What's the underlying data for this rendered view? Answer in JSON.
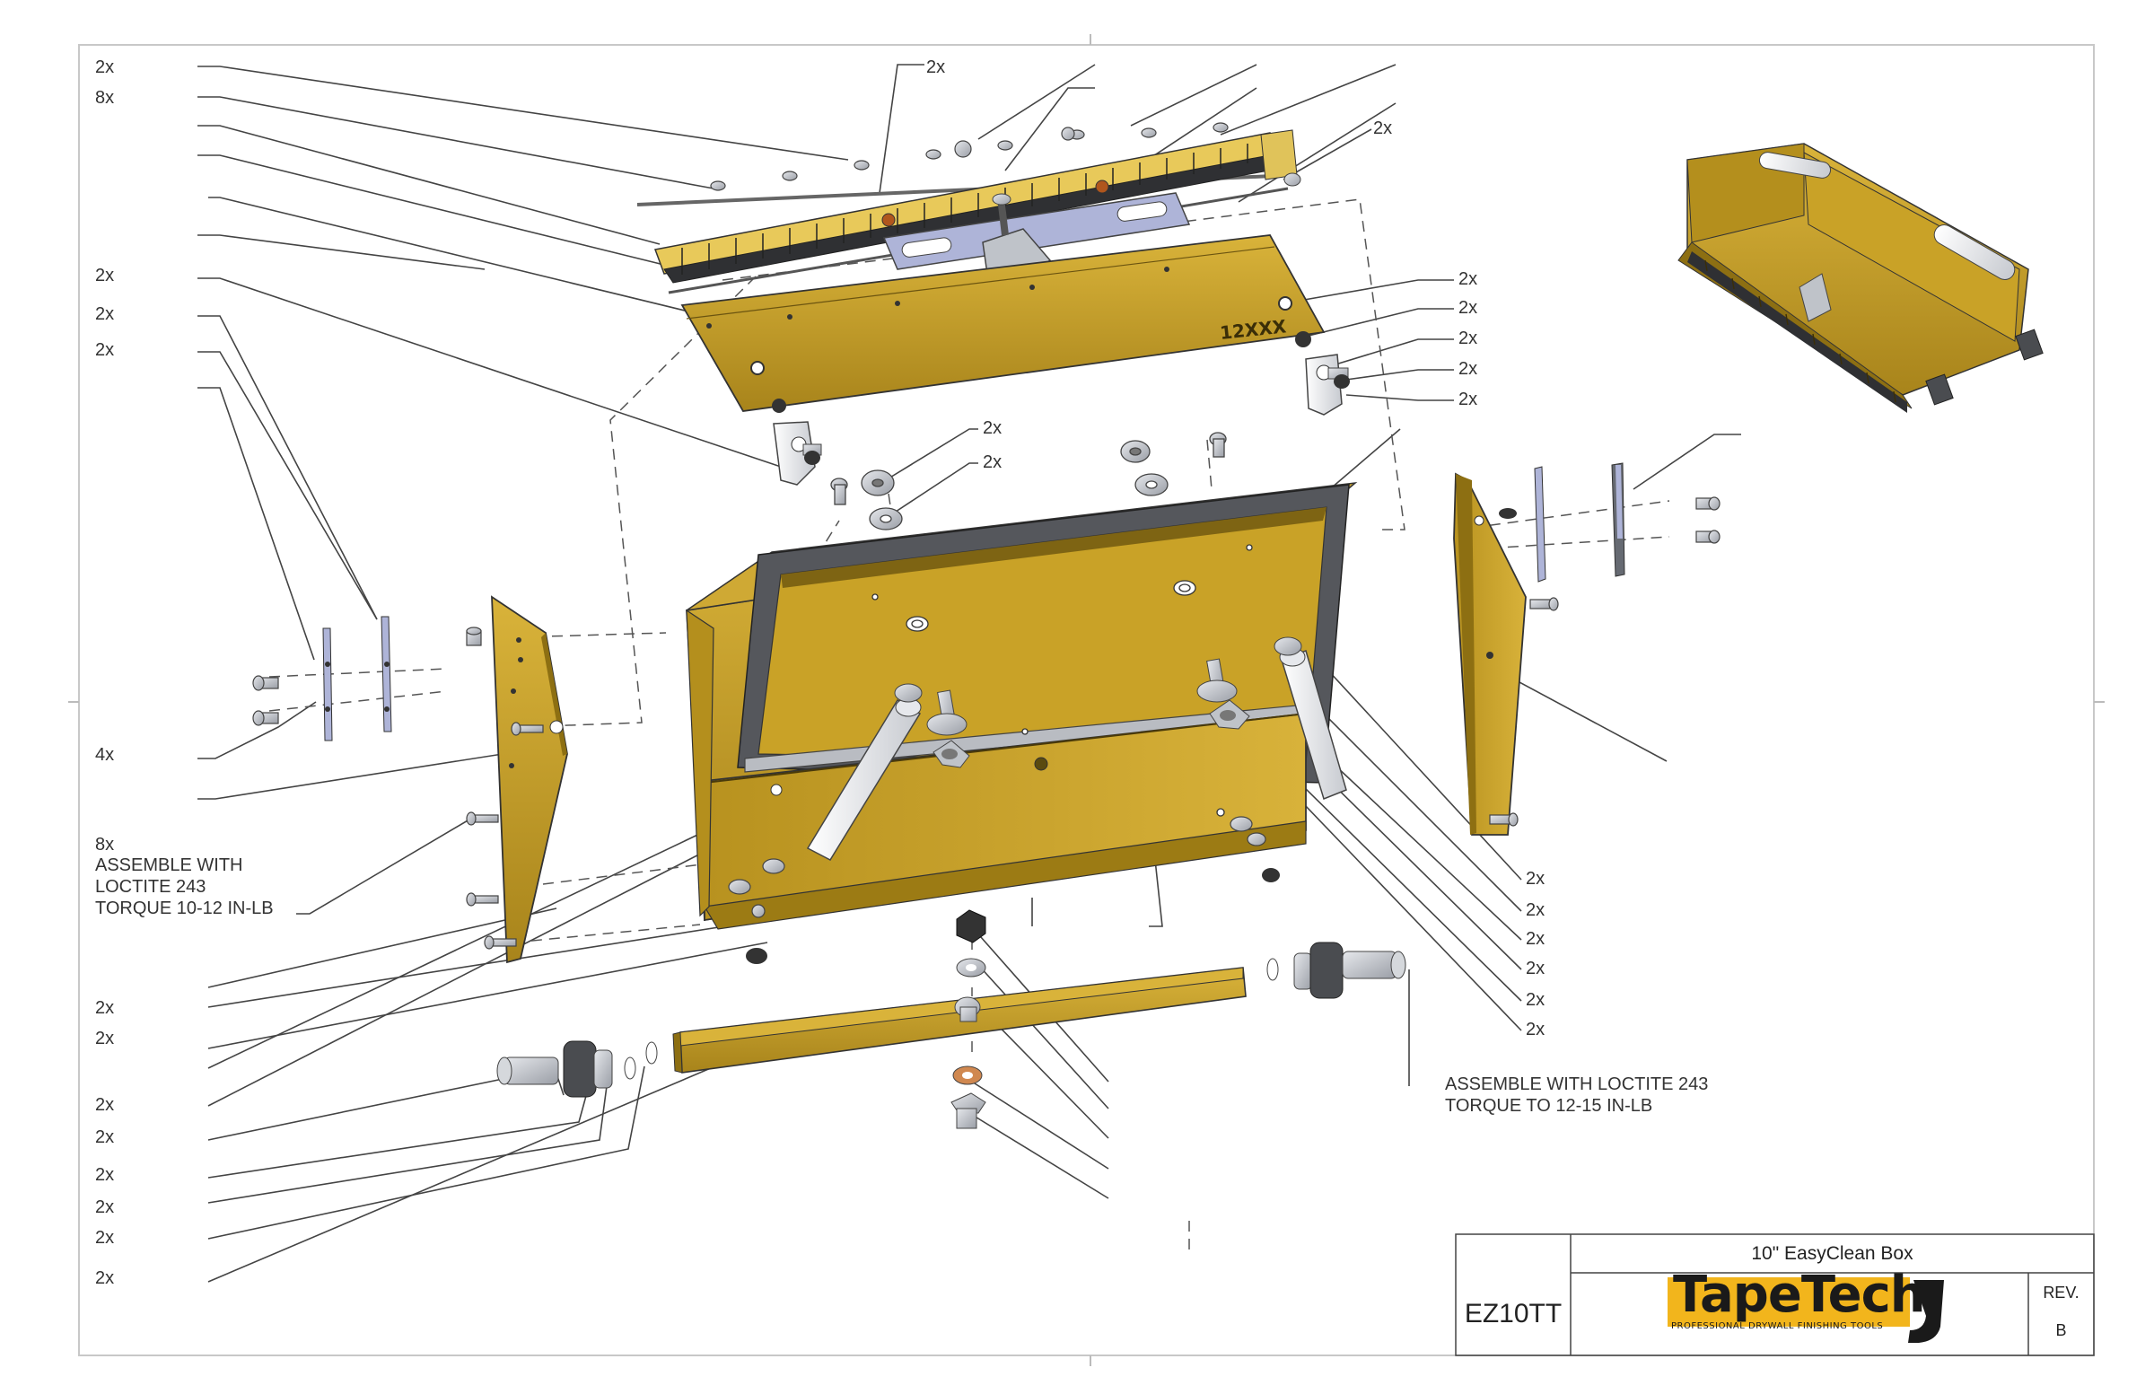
{
  "callouts_left": [
    "2x",
    "8x",
    "2x",
    "2x",
    "2x",
    "4x",
    "8x",
    "2x",
    "2x",
    "2x",
    "2x",
    "2x",
    "2x",
    "2x",
    "2x"
  ],
  "callouts_top": [
    "2x",
    "2x"
  ],
  "callouts_right": [
    "2x",
    "2x",
    "2x",
    "2x",
    "2x"
  ],
  "callouts_mid": [
    "2x",
    "2x"
  ],
  "callouts_lower_right": [
    "2x",
    "2x",
    "2x",
    "2x",
    "2x",
    "2x"
  ],
  "note_left": {
    "line1": "ASSEMBLE WITH",
    "line2": "LOCTITE 243",
    "line3": "TORQUE 10-12 IN-LB"
  },
  "note_right": {
    "line1": "ASSEMBLE WITH LOCTITE 243",
    "line2": "TORQUE TO 12-15 IN-LB"
  },
  "part_marking": "12XXX",
  "title_block": {
    "title": "10\" EasyClean Box",
    "part_number": "EZ10TT",
    "rev_label": "REV.",
    "rev_value": "B",
    "brand_name": "TapeTech",
    "brand_tagline": "PROFESSIONAL DRYWALL FINISHING TOOLS"
  },
  "colors": {
    "part_yellow": "#c9a227",
    "part_yellow_dark": "#9c7b14",
    "gasket_gray": "#55575c",
    "steel": "#b9bcc2",
    "brand_yellow": "#f2b51c",
    "line": "#333333"
  }
}
